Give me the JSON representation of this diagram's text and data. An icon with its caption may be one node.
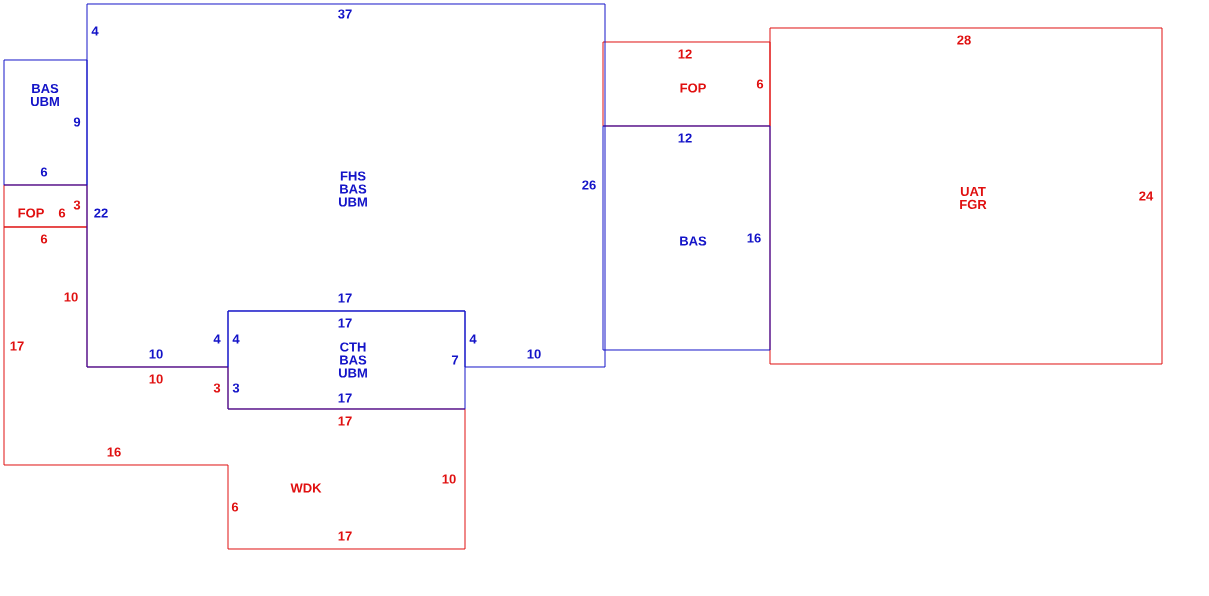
{
  "diagram": {
    "nodes": [
      {
        "text": [
          "BAS",
          "UBM"
        ]
      },
      {
        "text": [
          "FHS",
          "BAS",
          "UBM"
        ]
      },
      {
        "text": [
          "FOP"
        ]
      },
      {
        "text": [
          "CTH",
          "BAS",
          "UBM"
        ]
      },
      {
        "text": [
          "WDK"
        ]
      },
      {
        "text": [
          "FOP"
        ]
      },
      {
        "text": [
          "BAS"
        ]
      },
      {
        "text": [
          "UAT",
          "FGR"
        ]
      }
    ],
    "labels": [
      "37",
      "4",
      "28",
      "12",
      "6",
      "9",
      "12",
      "6",
      "26",
      "24",
      "3",
      "6",
      "22",
      "6",
      "16",
      "10",
      "17",
      "17",
      "4",
      "4",
      "4",
      "17",
      "10",
      "10",
      "7",
      "10",
      "3",
      "3",
      "17",
      "17",
      "16",
      "10",
      "6",
      "17"
    ]
  }
}
